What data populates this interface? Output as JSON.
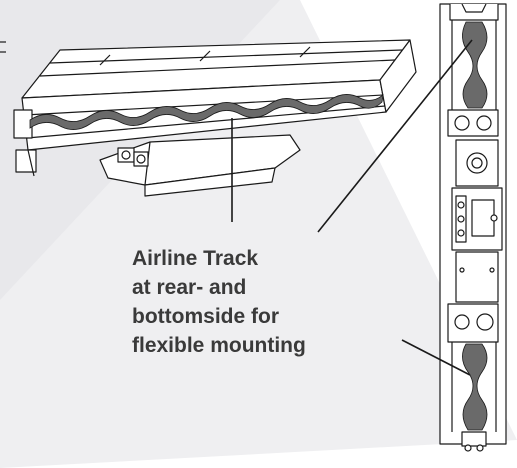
{
  "callout": {
    "lines": [
      "Airline Track",
      "at rear- and",
      "bottomside for",
      "flexible mounting"
    ]
  },
  "colors": {
    "background_shape": "#efeff1",
    "outline": "#1a1a1a",
    "track": "#6a6a6a",
    "text": "#3a3a3a"
  },
  "icons": [
    "horizontal-fixture-drawing",
    "vertical-fixture-drawing"
  ]
}
